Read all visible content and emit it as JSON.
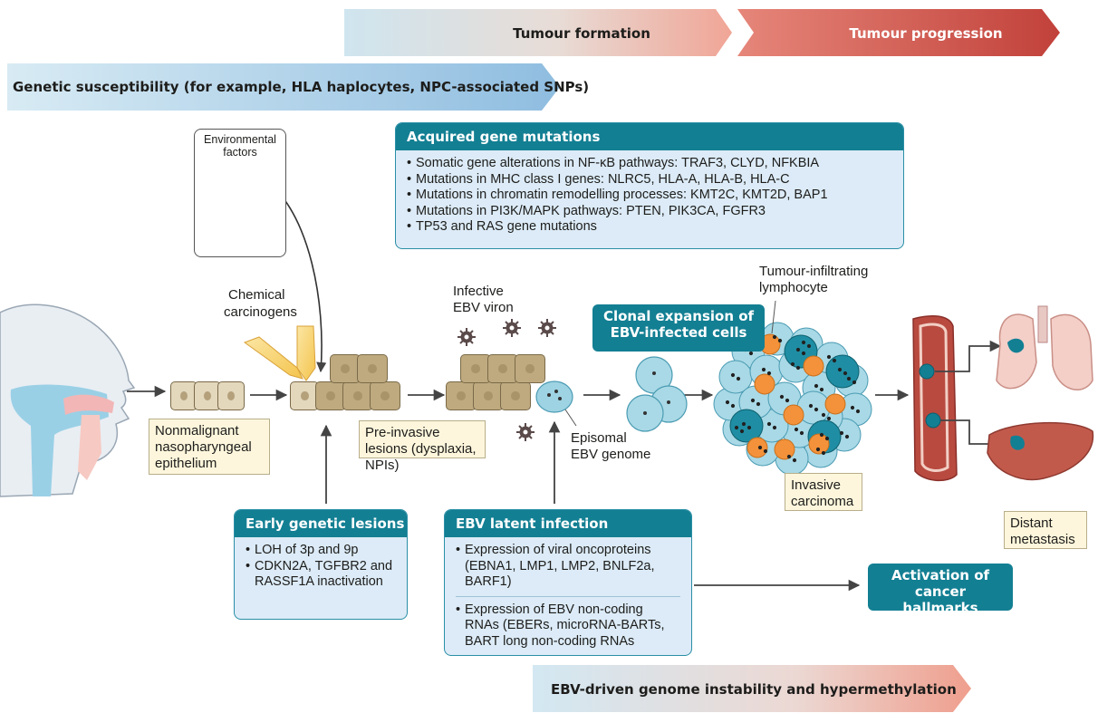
{
  "top_bars": {
    "tumour_formation": "Tumour formation",
    "tumour_progression": "Tumour progression",
    "genetic_susceptibility": "Genetic susceptibility (for example, HLA haplocytes, NPC-associated SNPs)",
    "ebv_driven": "EBV-driven genome instability and hypermethylation"
  },
  "environmental": {
    "title_line1": "Environmental",
    "title_line2": "factors"
  },
  "acquired_mutations": {
    "title": "Acquired gene mutations",
    "items": [
      "Somatic gene alterations in NF-κB pathways: TRAF3, CLYD, NFKBIA",
      "Mutations in MHC class I genes: NLRC5, HLA-A, HLA-B, HLA-C",
      "Mutations in chromatin remodelling processes: KMT2C, KMT2D, BAP1",
      "Mutations in PI3K/MAPK pathways: PTEN, PIK3CA, FGFR3",
      "TP53 and RAS gene mutations"
    ]
  },
  "labels": {
    "chemical_line1": "Chemical",
    "chemical_line2": "carcinogens",
    "infective_line1": "Infective",
    "infective_line2": "EBV viron",
    "til_line1": "Tumour-infiltrating",
    "til_line2": "lymphocyte",
    "clonal": "Clonal expansion of EBV-infected cells",
    "episomal_line1": "Episomal",
    "episomal_line2": "EBV genome",
    "nonmalignant": "Nonmalignant nasopharyngeal epithelium",
    "preinvasive": "Pre-invasive lesions (dysplaxia, NPIs)",
    "invasive": "Invasive carcinoma",
    "distant": "Distant metastasis",
    "activation": "Activation of cancer hallmarks"
  },
  "early_lesions": {
    "title": "Early genetic lesions",
    "items": [
      "LOH of 3p and 9p",
      "CDKN2A, TGFBR2 and RASSF1A inactivation"
    ]
  },
  "ebv_latent": {
    "title": "EBV latent infection",
    "items": [
      "Expression of viral oncoproteins (EBNA1, LMP1, LMP2, BNLF2a, BARF1)",
      "Expression of EBV non-coding RNAs (EBERs, microRNA-BARTs, BART long non-coding RNAs"
    ]
  },
  "colors": {
    "teal": "#137f93",
    "panel_fill": "#dcebf7",
    "cream": "#fdf6dc",
    "arrow_light": "#b9dbe8",
    "arrow_red": "#c8463f",
    "orange": "#f3923a",
    "cell_tan": "#bfaa80"
  }
}
